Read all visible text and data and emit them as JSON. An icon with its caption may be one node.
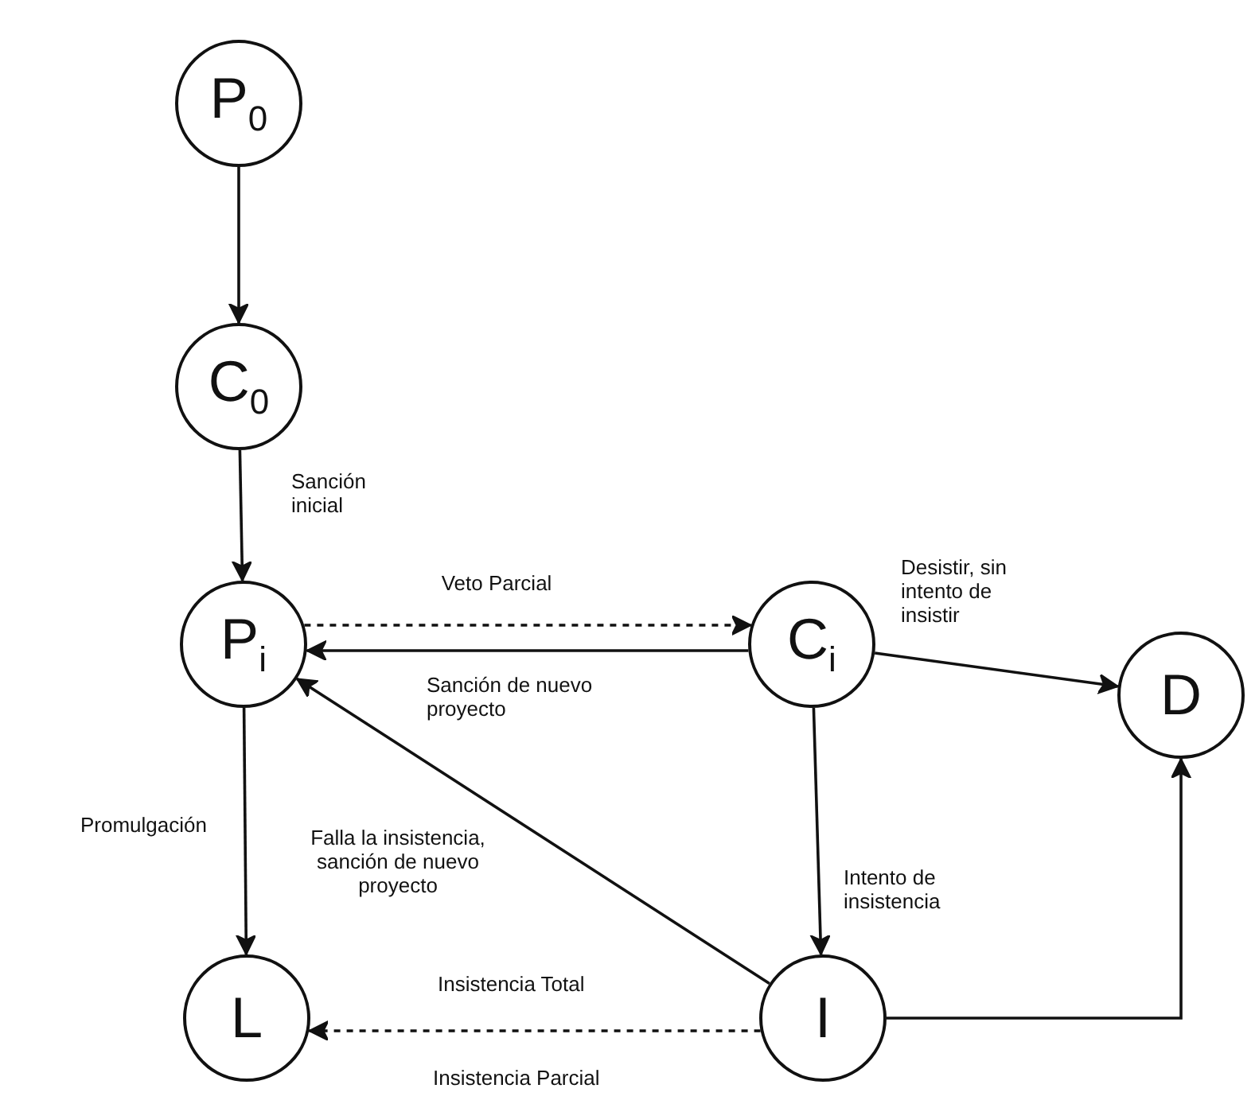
{
  "diagram": {
    "nodes": [
      {
        "text": [
          "P$_{0}$"
        ]
      },
      {
        "text": [
          "C$_{0}$"
        ]
      },
      {
        "text": [
          "P$_{i}$"
        ]
      },
      {
        "text": [
          "C$_{i}$"
        ]
      },
      {
        "text": [
          "D"
        ]
      },
      {
        "text": [
          "L"
        ]
      },
      {
        "text": [
          "I"
        ]
      }
    ],
    "edges": [
      {
        "from": 0,
        "to": 1,
        "arrow": "to"
      },
      {
        "from": 1,
        "to": 2,
        "arrow": "to",
        "label": "Sanción inicial"
      },
      {
        "from": 2,
        "to": 3,
        "arrow": "to",
        "style": "dashed",
        "label": "Veto Parcial"
      },
      {
        "from": 3,
        "to": 2,
        "arrow": "to",
        "label": "Sanción de nuevo proyecto"
      },
      {
        "from": 3,
        "to": 4,
        "arrow": "to",
        "label": "Desistir, sin intento de insistir"
      },
      {
        "from": 3,
        "to": 6,
        "arrow": "to",
        "label": "Intento de insistencia"
      },
      {
        "from": 6,
        "to": 2,
        "arrow": "to",
        "label": "Falla la insistencia, sanción de nuevo proyecto"
      },
      {
        "from": 2,
        "to": 5,
        "arrow": "to",
        "label": "Promulgación"
      },
      {
        "from": 6,
        "to": 5,
        "arrow": "to",
        "style": "dashed",
        "label": "Insistencia Parcial"
      },
      {
        "from": 6,
        "to": 4,
        "arrow": "to"
      }
    ],
    "labels": [
      "Insistencia Total"
    ]
  }
}
